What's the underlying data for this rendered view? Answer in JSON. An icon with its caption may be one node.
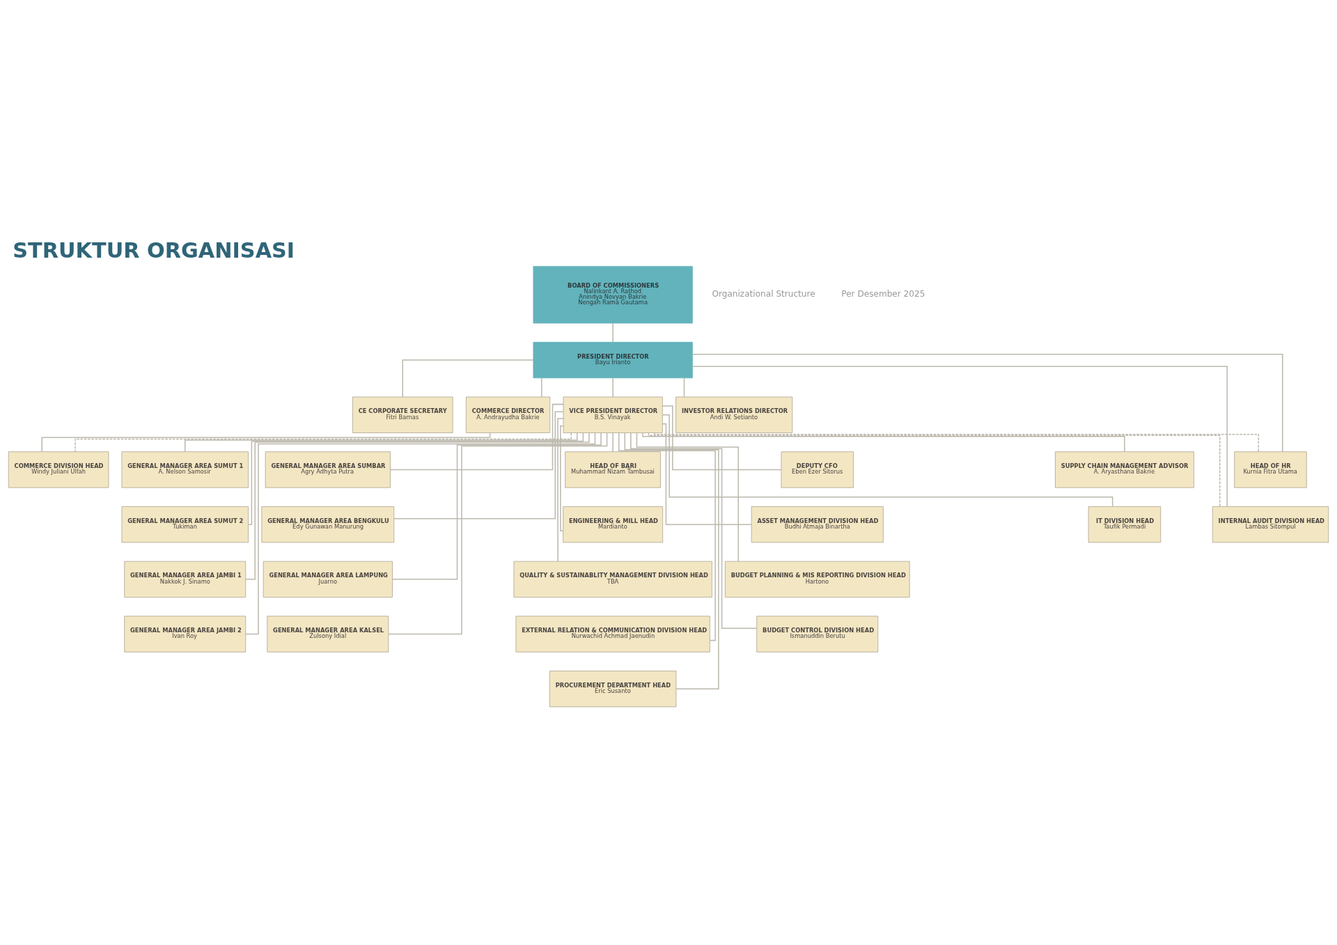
{
  "diagram": {
    "title": "STRUKTUR ORGANISASI",
    "nodes": [
      {
        "text": [
          "BOARD OF COMMISSIONERS",
          "Nalinkant A. Rathod",
          "Anindya Novyan Bakrie",
          "Nengah Rama Gautama"
        ]
      },
      {
        "text": [
          "PRESIDENT DIRECTOR",
          "Bayu Irianto"
        ]
      },
      {
        "text": [
          "CE CORPORATE SECRETARY",
          "Fitri Barnas"
        ]
      },
      {
        "text": [
          "COMMERCE DIRECTOR",
          "A. Andrayudha Bakrie"
        ]
      },
      {
        "text": [
          "VICE PRESIDENT DIRECTOR",
          "B.S. Vinayak"
        ]
      },
      {
        "text": [
          "INVESTOR RELATIONS DIRECTOR",
          "Andi W. Setianto"
        ]
      },
      {
        "text": [
          "COMMERCE DIVISION HEAD",
          "Windy Juliani Ulfah"
        ]
      },
      {
        "text": [
          "GENERAL MANAGER AREA SUMUT 1",
          "A. Nelson Samosir"
        ]
      },
      {
        "text": [
          "GENERAL MANAGER AREA SUMBAR",
          "Agry Adhyta Putra"
        ]
      },
      {
        "text": [
          "GENERAL MANAGER AREA SUMUT 2",
          "Tukiman"
        ]
      },
      {
        "text": [
          "GENERAL MANAGER AREA BENGKULU",
          "Edy Gunawan Manurung"
        ]
      },
      {
        "text": [
          "GENERAL MANAGER AREA JAMBI 1",
          "Nakkok J. Sinamo"
        ]
      },
      {
        "text": [
          "GENERAL MANAGER AREA LAMPUNG",
          "Juarno"
        ]
      },
      {
        "text": [
          "GENERAL MANAGER AREA JAMBI 2",
          "Ivan Roy"
        ]
      },
      {
        "text": [
          "GENERAL MANAGER AREA KALSEL",
          "Zulsony Idial"
        ]
      },
      {
        "text": [
          "HEAD OF BARI",
          "Muhammad Nizam Tambusai"
        ]
      },
      {
        "text": [
          "DEPUTY CFO",
          "Eben Ezer Sitorus"
        ]
      },
      {
        "text": [
          "ENGINEERING & MILL HEAD",
          "Mardianto"
        ]
      },
      {
        "text": [
          "ASSET MANAGEMENT DIVISION HEAD",
          "Budhi Atmaja Binartha"
        ]
      },
      {
        "text": [
          "QUALITY & SUSTAINABLITY MANAGEMENT DIVISION HEAD",
          "TBA"
        ]
      },
      {
        "text": [
          "BUDGET PLANNING & MIS REPORTING DIVISION HEAD",
          "Hartono"
        ]
      },
      {
        "text": [
          "EXTERNAL RELATION & COMMUNICATION DIVISION HEAD",
          "Nurwachid Achmad Jaenudin"
        ]
      },
      {
        "text": [
          "BUDGET CONTROL DIVISION HEAD",
          "Ismanuddin Berutu"
        ]
      },
      {
        "text": [
          "PROCUREMENT DEPARTMENT HEAD",
          "Eric Susanto"
        ]
      },
      {
        "text": [
          "SUPPLY CHAIN MANAGEMENT ADVISOR",
          "A. Aryasthana Bakrie"
        ]
      },
      {
        "text": [
          "IT DIVISION HEAD",
          "Taufik Permadi"
        ]
      },
      {
        "text": [
          "HEAD OF HR",
          "Kurnia Fitra Utama"
        ]
      },
      {
        "text": [
          "INTERNAL AUDIT DIVISION HEAD",
          "Lambas Sitompul"
        ]
      }
    ],
    "edges": [
      {
        "from": 0,
        "to": 1,
        "arrow": "none"
      },
      {
        "from": 1,
        "to": 2,
        "arrow": "none"
      },
      {
        "from": 1,
        "to": 3,
        "arrow": "none"
      },
      {
        "from": 1,
        "to": 4,
        "arrow": "none"
      },
      {
        "from": 1,
        "to": 5,
        "arrow": "none"
      },
      {
        "from": 1,
        "to": 26,
        "arrow": "none"
      },
      {
        "from": 1,
        "to": 27,
        "arrow": "none"
      },
      {
        "from": 3,
        "to": 6,
        "arrow": "none"
      },
      {
        "from": 4,
        "to": 6,
        "arrow": "none",
        "style": "dashed"
      },
      {
        "from": 4,
        "to": 26,
        "arrow": "none",
        "style": "dashed"
      },
      {
        "from": 4,
        "to": 27,
        "arrow": "none",
        "style": "dashed"
      },
      {
        "from": 4,
        "to": 7,
        "arrow": "none"
      },
      {
        "from": 4,
        "to": 8,
        "arrow": "none"
      },
      {
        "from": 4,
        "to": 9,
        "arrow": "none"
      },
      {
        "from": 4,
        "to": 10,
        "arrow": "none"
      },
      {
        "from": 4,
        "to": 11,
        "arrow": "none"
      },
      {
        "from": 4,
        "to": 12,
        "arrow": "none"
      },
      {
        "from": 4,
        "to": 13,
        "arrow": "none"
      },
      {
        "from": 4,
        "to": 14,
        "arrow": "none"
      },
      {
        "from": 4,
        "to": 15,
        "arrow": "none"
      },
      {
        "from": 4,
        "to": 16,
        "arrow": "none"
      },
      {
        "from": 4,
        "to": 17,
        "arrow": "none"
      },
      {
        "from": 4,
        "to": 18,
        "arrow": "none"
      },
      {
        "from": 4,
        "to": 19,
        "arrow": "none"
      },
      {
        "from": 4,
        "to": 20,
        "arrow": "none"
      },
      {
        "from": 4,
        "to": 21,
        "arrow": "none"
      },
      {
        "from": 4,
        "to": 22,
        "arrow": "none"
      },
      {
        "from": 4,
        "to": 23,
        "arrow": "none"
      },
      {
        "from": 4,
        "to": 24,
        "arrow": "none"
      },
      {
        "from": 4,
        "to": 25,
        "arrow": "none"
      }
    ],
    "labels": [
      "Organizational Structure",
      "Per Desember 2025"
    ]
  }
}
